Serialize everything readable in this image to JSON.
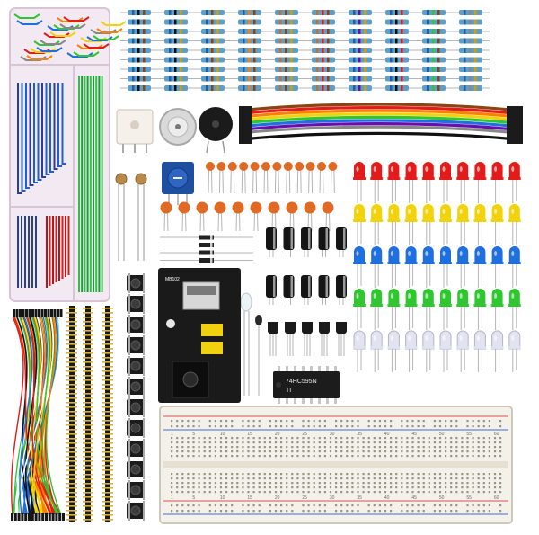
{
  "photo": {
    "subject": "electronics-starter-kit",
    "background_color": "#ffffff"
  },
  "labels": {
    "ic_chip_text": "74HC595N",
    "ic_chip_sub": "TI",
    "power_module_text": "MB102",
    "breadboard_numbers": [
      "1",
      "5",
      "10",
      "15",
      "20",
      "25",
      "30",
      "35",
      "40",
      "45",
      "50",
      "55",
      "60"
    ]
  },
  "colors": {
    "led_rows": [
      "#e31b1b",
      "#f2d20a",
      "#1f6fe0",
      "#2fc62f",
      "#e2e2f0"
    ],
    "resistor_band_sets": [
      [
        "#1e5fa8",
        "#111111",
        "#8b4513"
      ],
      [
        "#1e5fa8",
        "#111111",
        "#d2a000"
      ],
      [
        "#1e5fa8",
        "#8b4513",
        "#d2a000"
      ],
      [
        "#1e5fa8",
        "#ff7f00",
        "#8b4513"
      ],
      [
        "#c8702a",
        "#8b4513",
        "#d2a000"
      ],
      [
        "#c8702a",
        "#e31b1b",
        "#8b4513"
      ],
      [
        "#1e5fa8",
        "#6a0dad",
        "#d2a000"
      ],
      [
        "#1e5fa8",
        "#111111",
        "#e31b1b"
      ],
      [
        "#1e5fa8",
        "#2fc62f",
        "#8b4513"
      ],
      [
        "#1e5fa8",
        "#888888",
        "#d2a000"
      ]
    ],
    "ribbon_cable": [
      "#8b4513",
      "#e31b1b",
      "#ff7f00",
      "#f2d20a",
      "#2fc62f",
      "#1f6fe0",
      "#6a0dad",
      "#888888",
      "#ffffff",
      "#111111"
    ],
    "jumper_wires": [
      "#e31b1b",
      "#f2d20a",
      "#1f6fe0",
      "#2fc62f",
      "#ff7f00",
      "#111111",
      "#ffffff"
    ],
    "ceramic_capacitor": "#e06a24",
    "potentiometer": "#1e4fa0",
    "breadboard": "#f4f1ea",
    "power_module_pcb": "#1a1a1a",
    "organizer_box": "#f3e9f2"
  },
  "parts": {
    "resistor_columns": 10,
    "led_columns": 10,
    "electrolytic_capacitors": 10,
    "transistors": 5,
    "push_buttons": 12
  }
}
